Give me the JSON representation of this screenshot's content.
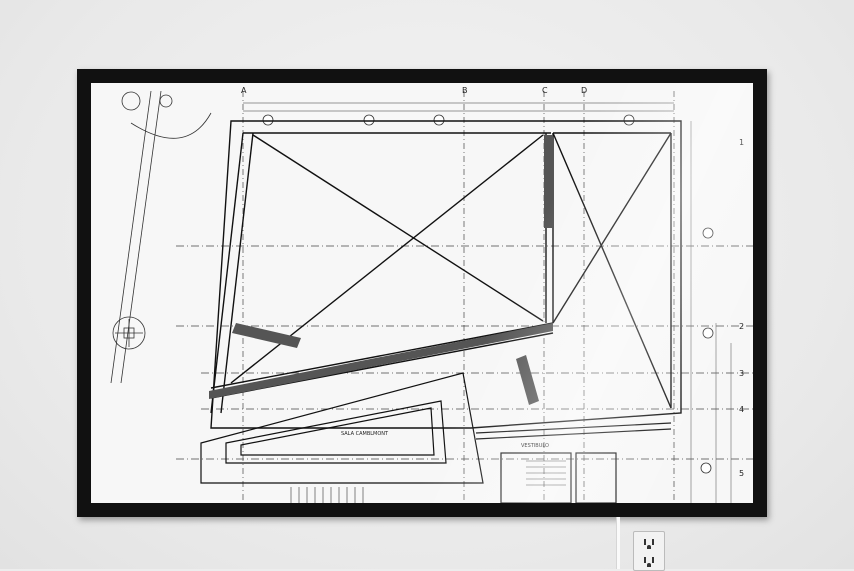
{
  "drawing": {
    "column_labels": [
      "A",
      "B",
      "C",
      "D"
    ],
    "row_labels": [
      "1",
      "2",
      "3",
      "4",
      "5"
    ],
    "room_labels": {
      "main_hall": "SALA CAMBLMONT",
      "vestibule": "VESTIBULO"
    }
  },
  "colors": {
    "wall": "#ededed",
    "frame": "#111111",
    "paper": "#f7f7f7",
    "ink": "#222222"
  }
}
